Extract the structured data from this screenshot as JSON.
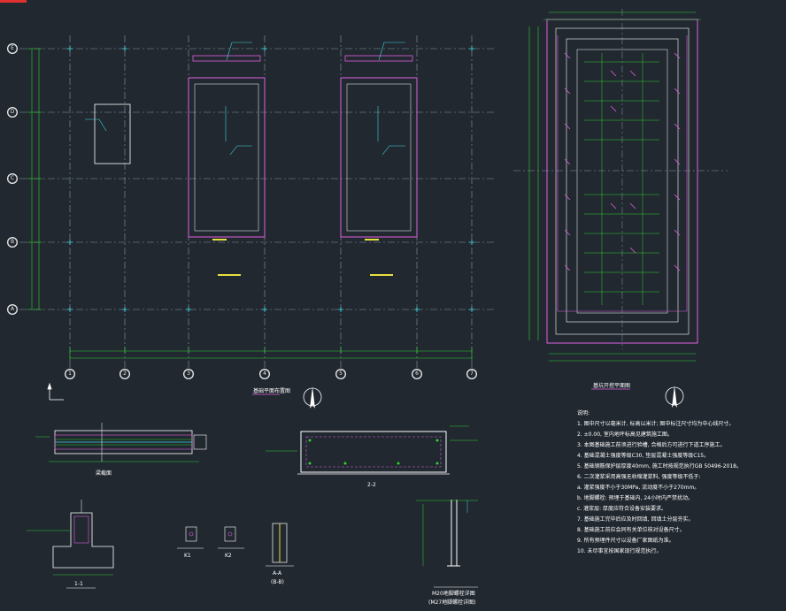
{
  "grid": {
    "rows": [
      "E",
      "D",
      "C",
      "B",
      "A"
    ],
    "cols": [
      "1",
      "2",
      "3",
      "4",
      "5",
      "6",
      "7"
    ]
  },
  "titles": {
    "plan": "基础平面布置图",
    "pit": "基坑开挖平面图",
    "beam_section": "梁截面",
    "section_22": "2-2",
    "section_11": "1-1",
    "section_aa": "A-A",
    "section_bb": "(B-B)",
    "k1": "K1",
    "k2": "K2",
    "embed": "M20地脚螺栓详图",
    "embed_sub": "(M27地脚螺栓详图)"
  },
  "notes": {
    "heading": "说明:",
    "items": [
      "1. 图中尺寸以毫米计, 标高以米计; 图中标注尺寸均为中心线尺寸。",
      "2. ±0.00, 室内地坪标高见建筑施工图。",
      "3. 本图基础施工前须进行验槽, 合格后方可进行下道工序施工。",
      "4. 基础混凝土强度等级C30, 垫层混凝土强度等级C15。",
      "5. 基础钢筋保护层厚度40mm, 施工时按规范执行GB 50496-2018。",
      "6. 二次灌浆采用高强无收缩灌浆料, 强度等级不低于:",
      "a. 灌浆强度不小于30MPa, 流动度不小于270mm。",
      "b. 地脚螺栓: 预埋于基础内, 24小时内严禁扰动。",
      "c. 灌浆层: 厚度应符合设备安装要求。",
      "7. 基础施工完毕后应及时回填, 回填土分层夯实。",
      "8. 基础施工前应会同有关单位核对设备尺寸。",
      "9. 所有预埋件尺寸以设备厂家图纸为准。",
      "10. 未尽事宜按国家现行规范执行。"
    ]
  },
  "colors": {
    "background": "#212830",
    "grid_line": "#8a9aa8",
    "outline": "#ffffff",
    "magenta": "#e060e0",
    "green": "#30d030",
    "cyan": "#40d8e0",
    "yellow": "#e8e040"
  }
}
